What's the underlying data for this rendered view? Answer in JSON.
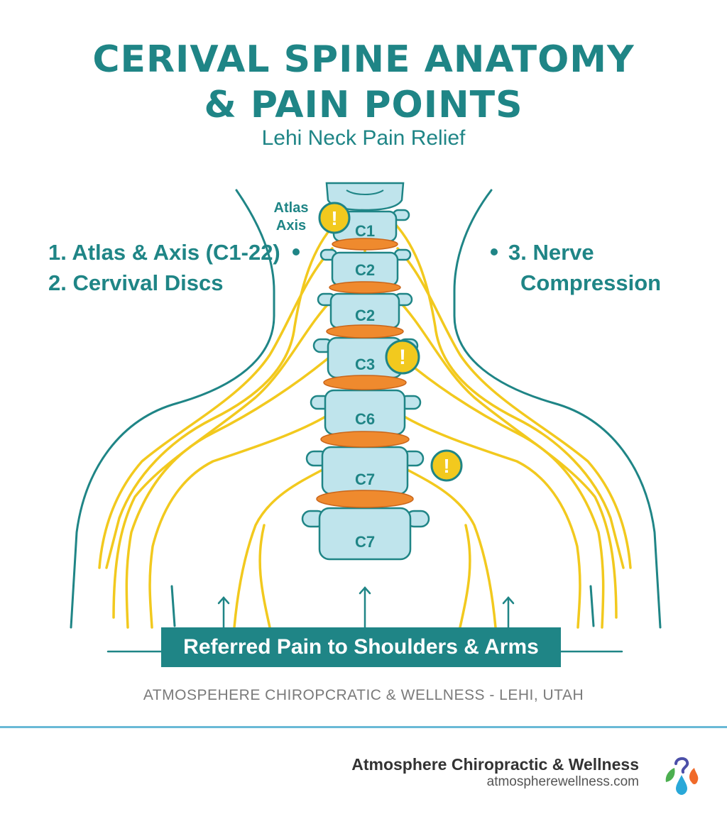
{
  "title_line1": "CERIVAL SPINE ANATOMY",
  "title_line2": "& PAIN POINTS",
  "subtitle": "Lehi Neck Pain Relief",
  "left_labels": [
    "1. Atlas & Axis (C1-22)",
    "2. Cervival Discs"
  ],
  "right_labels": [
    "3. Nerve",
    "Compression"
  ],
  "atlas_note": [
    "Atlas",
    "Axis"
  ],
  "vertebrae": [
    "C1",
    "C2",
    "C2",
    "C3",
    "C6",
    "C7",
    "C7"
  ],
  "pain_marker_symbol": "!",
  "banner": "Referred Pain to Shoulders & Arms",
  "location": "ATMOSPEHERE CHIROPCRATIC & WELLNESS - LEHI, UTAH",
  "brand": {
    "name": "Atmosphere Chiropractic & Wellness",
    "url": "atmospherewellness.com"
  },
  "colors": {
    "teal": "#1f8586",
    "vertebra_fill": "#bfe4ec",
    "disc": "#ef8a2e",
    "nerve": "#f2c91e",
    "warning": "#f2c91e",
    "rule": "#69b9d6"
  },
  "icons": [
    "warning-icon",
    "arrow-up-icon",
    "bullet-dot-icon",
    "brand-logo-icon"
  ]
}
